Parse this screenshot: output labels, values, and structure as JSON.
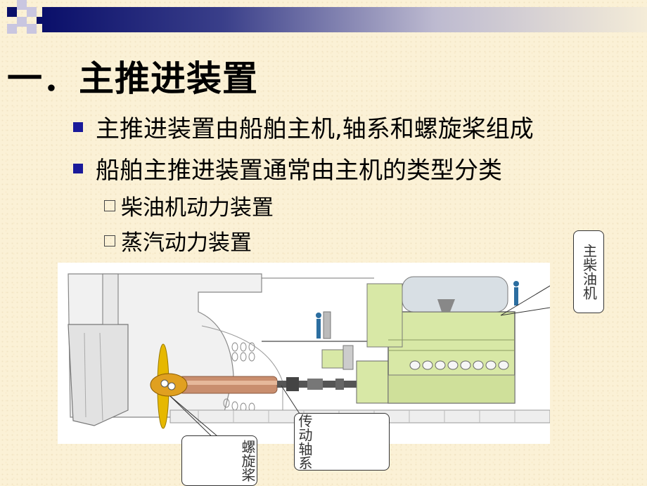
{
  "slide": {
    "title": "一．主推进装置",
    "bullets": [
      "主推进装置由船舶主机,轴系和螺旋桨组成",
      "船舶主推进装置通常由主机的类型分类"
    ],
    "sub_bullets": [
      "柴油机动力装置",
      "蒸汽动力装置"
    ]
  },
  "diagram": {
    "callouts": {
      "main_engine": "主柴油机",
      "shaft": "传动轴系",
      "propeller": "螺旋桨"
    }
  },
  "colors": {
    "background": "#fbf1d6",
    "accent_navy": "#0a0f6a",
    "bullet_blue": "#1a1a9a",
    "engine_green": "#d8e8a6"
  }
}
